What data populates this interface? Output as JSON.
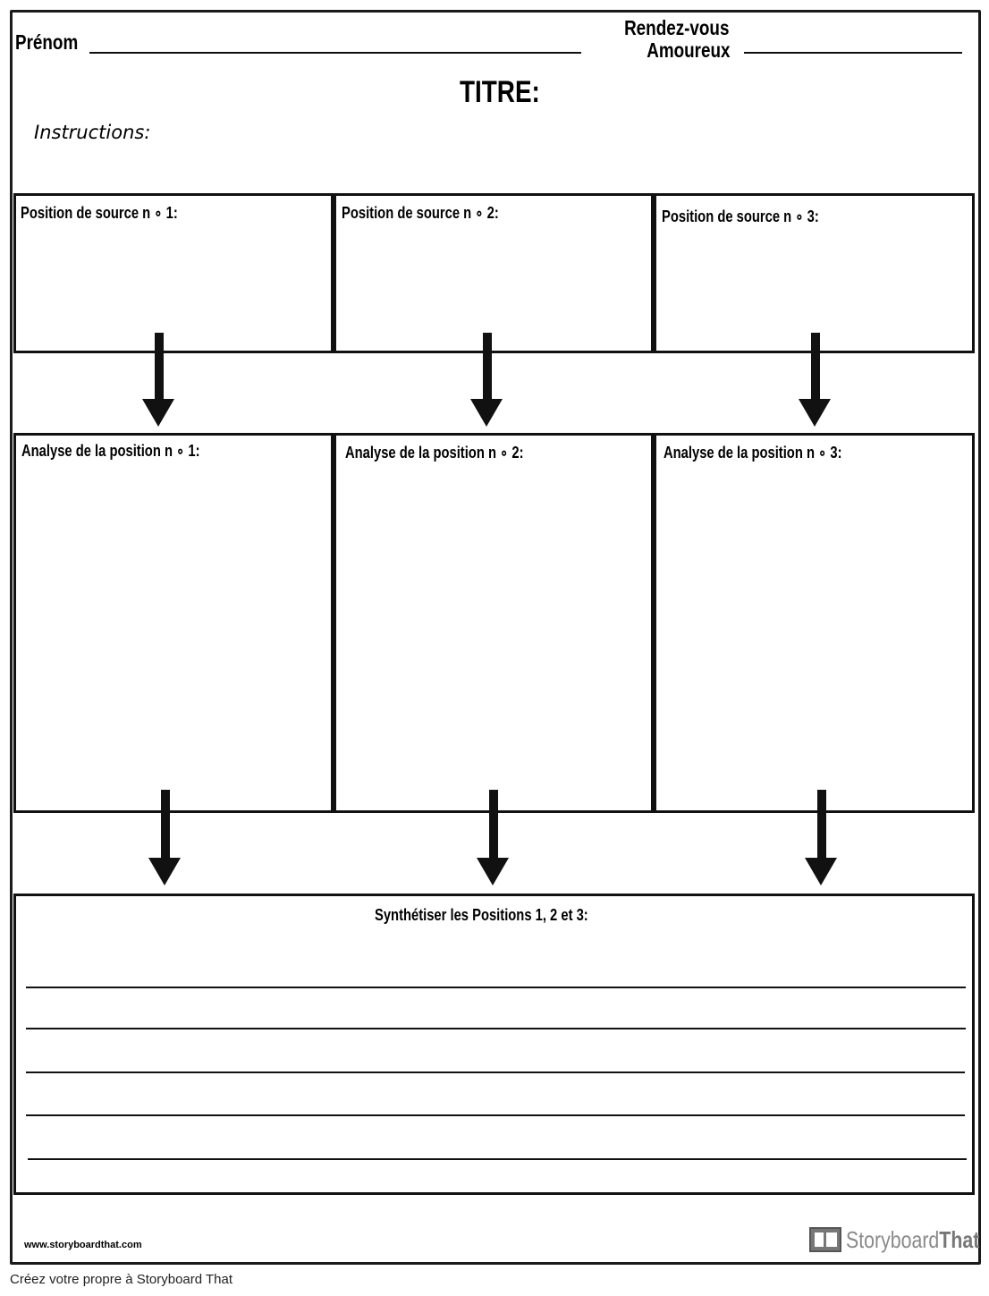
{
  "header": {
    "name_label": "Prénom",
    "date_label_line1": "Rendez-vous",
    "date_label_line2": "Amoureux",
    "title": "TITRE:",
    "instructions": "Instructions:"
  },
  "source_boxes": [
    {
      "label": "Position de source n ∘ 1:"
    },
    {
      "label": "Position de source n ∘ 2:"
    },
    {
      "label": "Position de source n ∘ 3:"
    }
  ],
  "analysis_boxes": [
    {
      "label": "Analyse de la position n ∘ 1:"
    },
    {
      "label": "Analyse de la position n ∘ 2:"
    },
    {
      "label": "Analyse de la position n ∘ 3:"
    }
  ],
  "synthesis": {
    "label": "Synthétiser les Positions 1, 2 et 3:"
  },
  "footer": {
    "url": "www.storyboardthat.com",
    "brand_part1": "Storyboard",
    "brand_part2": "That",
    "caption": "Créez votre propre à Storyboard That"
  },
  "colors": {
    "border": "#111111",
    "brand_gray": "#8a8a8a"
  }
}
